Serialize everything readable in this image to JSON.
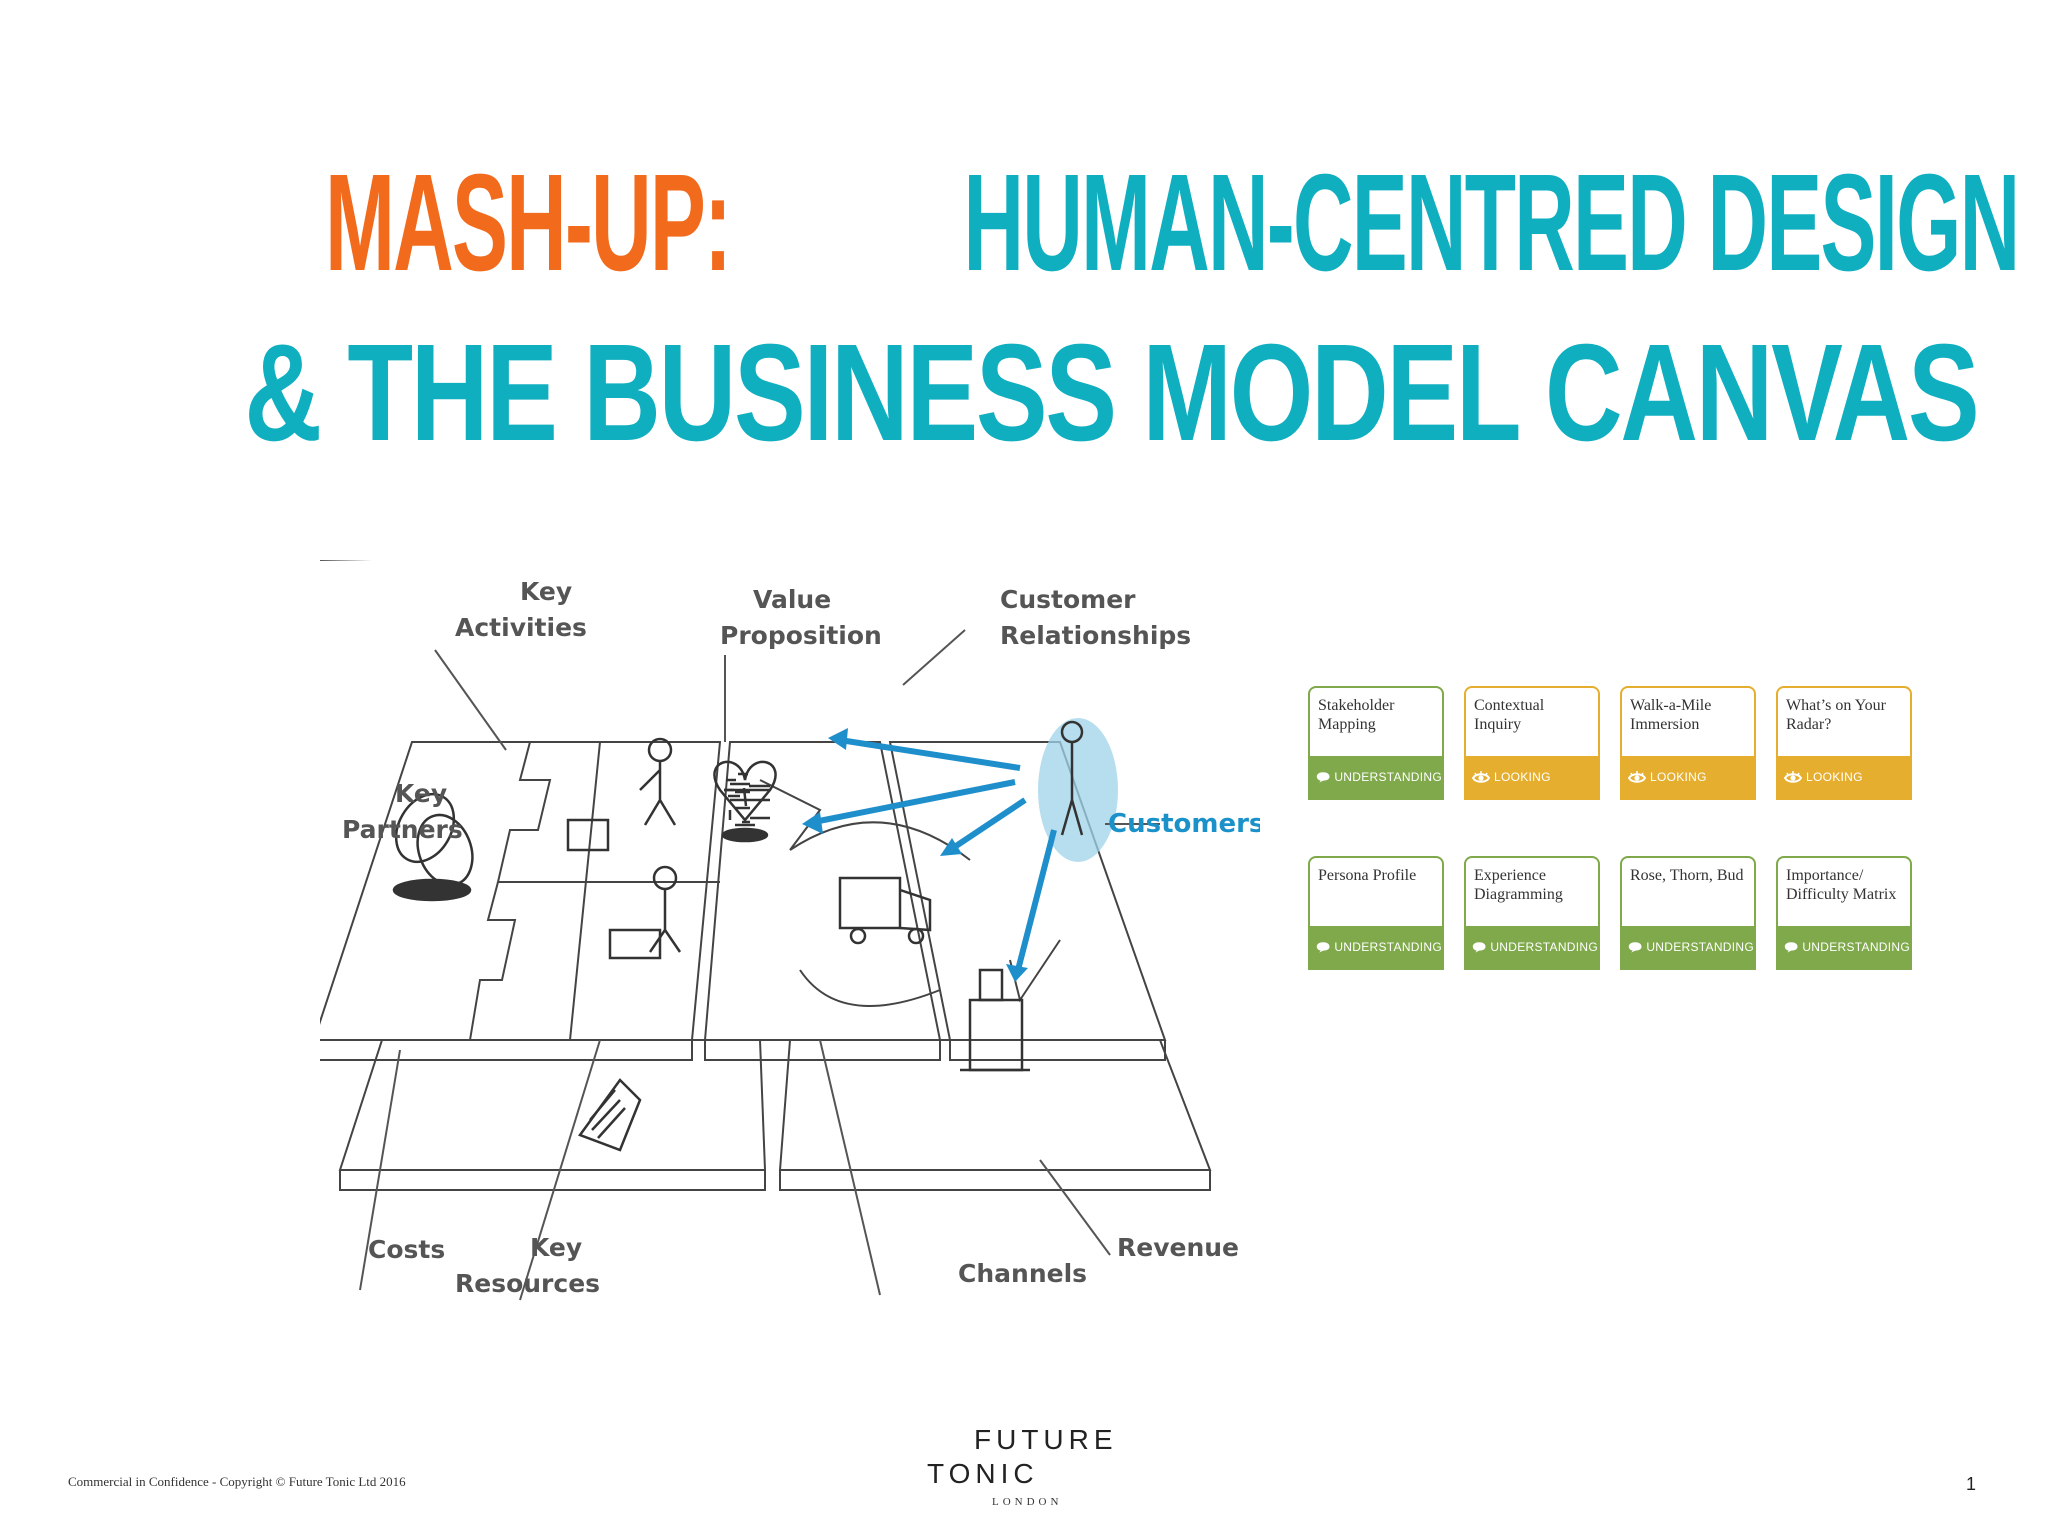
{
  "title": {
    "line1_orange": "MASH-UP:",
    "line1_teal": "HUMAN-CENTRED DESIGN",
    "line2": "& THE BUSINESS MODEL CANVAS"
  },
  "canvas": {
    "labels": {
      "key_activities_1": "Key",
      "key_activities_2": "Activities",
      "value_proposition_1": "Value",
      "value_proposition_2": "Proposition",
      "customer_relationships_1": "Customer",
      "customer_relationships_2": "Relationships",
      "key_partners_1": "Key",
      "key_partners_2": "Partners",
      "customers": "Customers",
      "costs": "Costs",
      "key_resources_1": "Key",
      "key_resources_2": "Resources",
      "channels": "Channels",
      "revenue": "Revenue"
    }
  },
  "cards": [
    {
      "title": "Stakeholder Mapping",
      "band": "UNDERSTANDING",
      "color": "#7fa94a",
      "icon": "speech-bubble-icon"
    },
    {
      "title": "Contextual Inquiry",
      "band": "LOOKING",
      "color": "#e6ae2e",
      "icon": "eye-icon"
    },
    {
      "title": "Walk-a-Mile Immersion",
      "band": "LOOKING",
      "color": "#e6ae2e",
      "icon": "eye-icon"
    },
    {
      "title": "What’s on Your Radar?",
      "band": "LOOKING",
      "color": "#e6ae2e",
      "icon": "eye-icon"
    },
    {
      "title": "Persona Profile",
      "band": "UNDERSTANDING",
      "color": "#7fa94a",
      "icon": "speech-bubble-icon"
    },
    {
      "title": "Experience Diagramming",
      "band": "UNDERSTANDING",
      "color": "#7fa94a",
      "icon": "speech-bubble-icon"
    },
    {
      "title": "Rose, Thorn, Bud",
      "band": "UNDERSTANDING",
      "color": "#7fa94a",
      "icon": "speech-bubble-icon"
    },
    {
      "title": "Importance/ Difficulty Matrix",
      "band": "UNDERSTANDING",
      "color": "#7fa94a",
      "icon": "speech-bubble-icon"
    }
  ],
  "footer": {
    "copyright": "Commercial in Confidence  - Copyright © Future Tonic Ltd 2016",
    "logo_line1": "FUTURE",
    "logo_line2": "TONIC",
    "logo_line3": "LONDON",
    "page_number": "1"
  }
}
